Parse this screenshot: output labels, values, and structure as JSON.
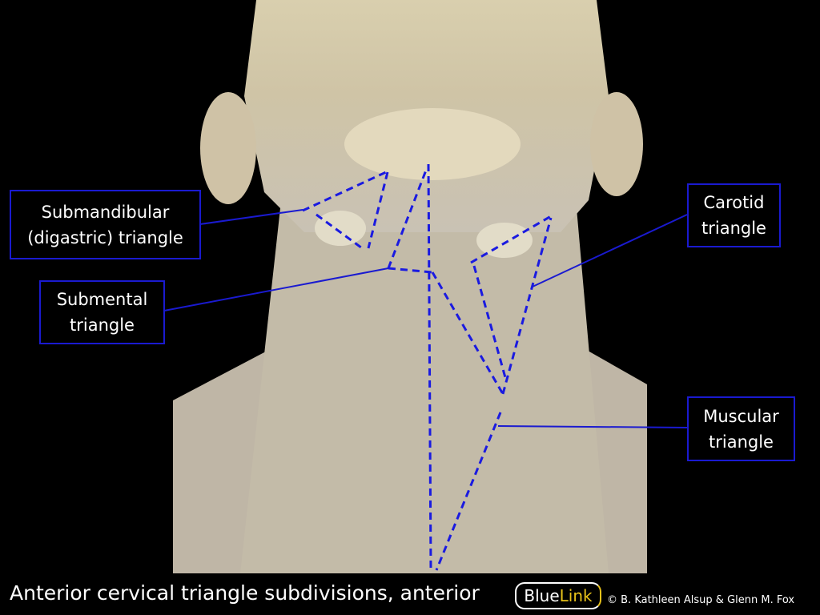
{
  "labels": {
    "submandibular": [
      "Submandibular",
      "(digastric) triangle"
    ],
    "submental": [
      "Submental",
      "triangle"
    ],
    "carotid": [
      "Carotid",
      "triangle"
    ],
    "muscular": [
      "Muscular",
      "triangle"
    ]
  },
  "caption": "Anterior cervical triangle subdivisions, anterior",
  "logo": {
    "part1": "Blue",
    "part2": "Link"
  },
  "credit": "© B. Kathleen Alsup & Glenn M. Fox",
  "colors": {
    "annotation": "#1a1ad0",
    "logo_accent": "#e8c21a"
  }
}
